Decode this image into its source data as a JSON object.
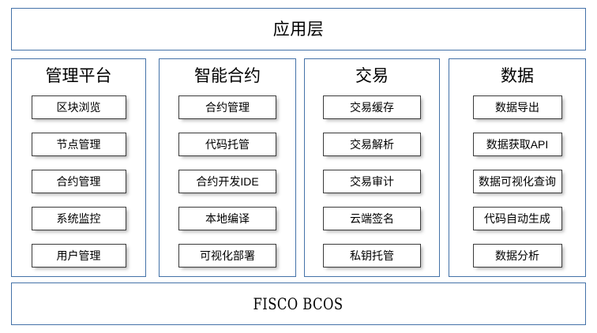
{
  "diagram": {
    "top_band": {
      "label": "应用层"
    },
    "bottom_band": {
      "label": "FISCO BCOS"
    },
    "columns": [
      {
        "title": "管理平台",
        "items": [
          {
            "label": "区块浏览"
          },
          {
            "label": "节点管理"
          },
          {
            "label": "合约管理"
          },
          {
            "label": "系统监控"
          },
          {
            "label": "用户管理"
          }
        ]
      },
      {
        "title": "智能合约",
        "items": [
          {
            "label": "合约管理"
          },
          {
            "label": "代码托管"
          },
          {
            "label": "合约开发IDE"
          },
          {
            "label": "本地编译"
          },
          {
            "label": "可视化部署"
          }
        ]
      },
      {
        "title": "交易",
        "items": [
          {
            "label": "交易缓存"
          },
          {
            "label": "交易解析"
          },
          {
            "label": "交易审计"
          },
          {
            "label": "云端签名"
          },
          {
            "label": "私钥托管"
          }
        ]
      },
      {
        "title": "数据",
        "items": [
          {
            "label": "数据导出"
          },
          {
            "label": "数据获取API"
          },
          {
            "label": "数据可视化查询"
          },
          {
            "label": "代码自动生成"
          },
          {
            "label": "数据分析"
          }
        ]
      }
    ]
  },
  "colors": {
    "band_border": "#4472a8",
    "box_border": "#3b3b3b",
    "background": "#ffffff",
    "text": "#000000"
  }
}
